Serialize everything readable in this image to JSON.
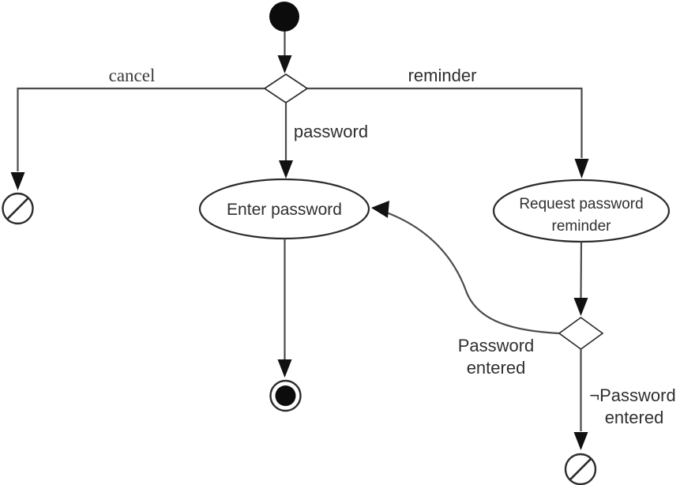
{
  "diagram": {
    "kind": "uml-activity-diagram",
    "background_color": "#ffffff",
    "edge_color": "#4b4b4b",
    "shape_stroke_color": "#2c2c2c",
    "filled_node_color": "#0c0c0c",
    "text_color": "#2f2f2f"
  },
  "nodes": {
    "initial": {
      "type": "initial-node"
    },
    "main_decision": {
      "type": "decision-diamond"
    },
    "cancel_exit": {
      "type": "flow-final-node"
    },
    "enter_password": {
      "type": "action",
      "label": "Enter password"
    },
    "request_reminder": {
      "type": "action",
      "label_line1": "Request password",
      "label_line2": "reminder"
    },
    "activity_final": {
      "type": "activity-final-node"
    },
    "entered_decision": {
      "type": "decision-diamond"
    },
    "not_entered_exit": {
      "type": "flow-final-node"
    }
  },
  "edges": {
    "cancel": {
      "label": "cancel"
    },
    "reminder": {
      "label": "reminder"
    },
    "password": {
      "label": "password"
    },
    "password_entered": {
      "label_line1": "Password",
      "label_line2": "entered"
    },
    "not_password_entered": {
      "label_line1": "¬Password",
      "label_line2": "entered"
    }
  }
}
